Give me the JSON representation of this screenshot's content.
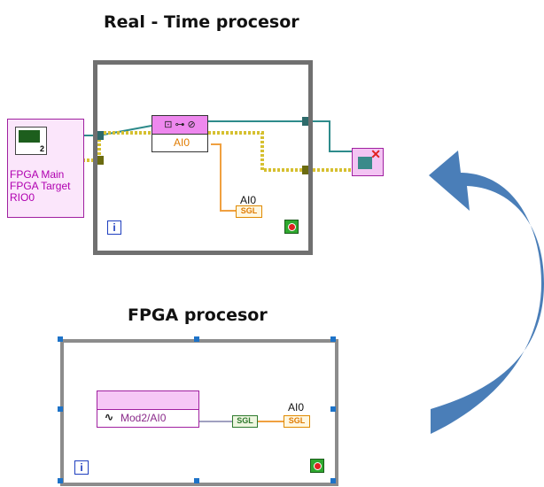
{
  "titles": {
    "rt": "Real - Time procesor",
    "fpga": "FPGA procesor"
  },
  "rt": {
    "fpga_ref_lines": [
      "FPGA Main",
      "FPGA Target",
      "RIO0"
    ],
    "ref_num": "2",
    "readwrite_item": "AI0",
    "indicator_label": "AI0",
    "indicator_type": "SGL",
    "iteration_symbol": "i"
  },
  "fpga": {
    "io_node": "Mod2/AI0",
    "convert_type": "SGL",
    "indicator_label": "AI0",
    "indicator_type": "SGL",
    "iteration_symbol": "i"
  },
  "colors": {
    "arrow": "#4a7eb8",
    "refnum_wire": "#2e8b8b",
    "error_wire": "#d6c030",
    "numeric_wire": "#f0a040",
    "loop_border": "#707070"
  }
}
